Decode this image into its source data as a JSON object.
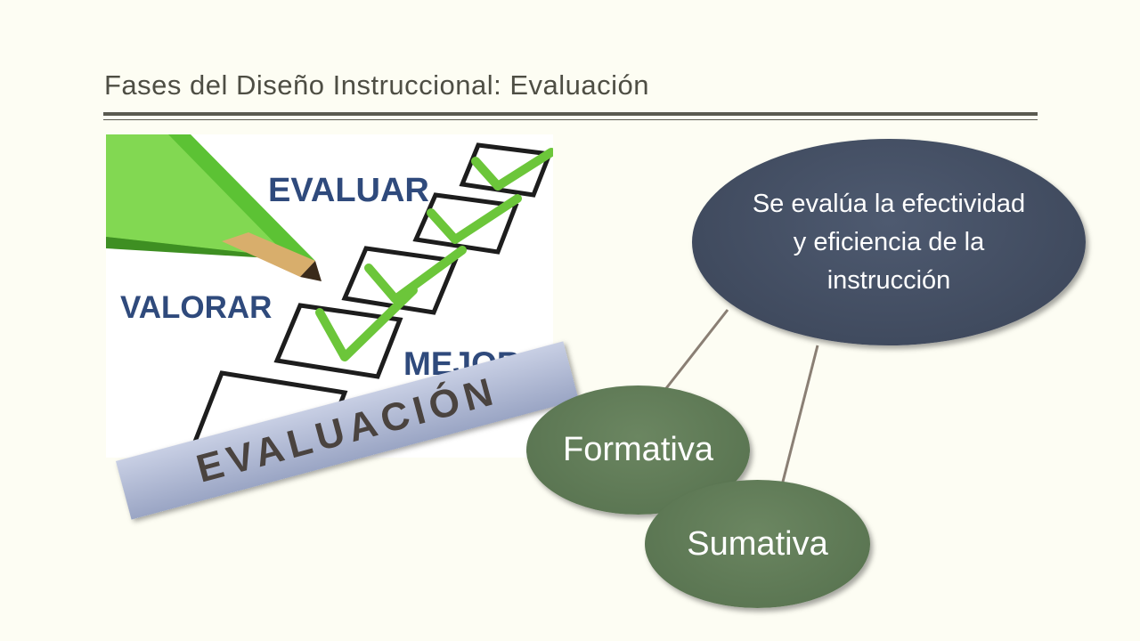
{
  "slide": {
    "title": "Fases del Diseño Instruccional: Evaluación"
  },
  "picture": {
    "word_evaluar": "EVALUAR",
    "word_valorar": "VALORAR",
    "word_mejorar": "MEJORAR",
    "check_color": "#6cc63a",
    "word_color": "#2f4a7c"
  },
  "banner": {
    "label": "EVALUACIÓN"
  },
  "diagram": {
    "main_text": "Se evalúa la efectividad y eficiencia de la instrucción",
    "formativa": "Formativa",
    "sumativa": "Sumativa",
    "main_color": "#3e485c",
    "node_color": "#5d7856"
  }
}
